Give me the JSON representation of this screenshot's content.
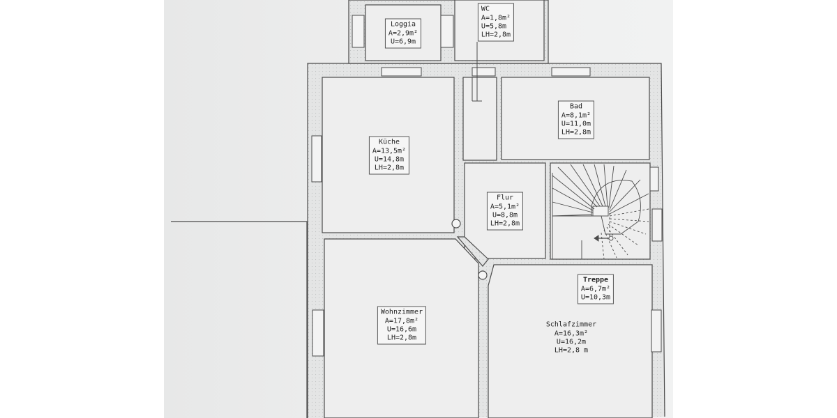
{
  "plan": {
    "rooms": [
      {
        "id": "loggia",
        "name": "Loggia",
        "lines": [
          "A=2,9m²",
          "U=6,9m"
        ]
      },
      {
        "id": "wc",
        "name": "WC",
        "lines": [
          "A=1,8m²",
          "U=5,8m",
          "LH=2,8m"
        ]
      },
      {
        "id": "bad",
        "name": "Bad",
        "lines": [
          "A=8,1m²",
          "U=11,0m",
          "LH=2,8m"
        ]
      },
      {
        "id": "kueche",
        "name": "Küche",
        "lines": [
          "A=13,5m²",
          "U=14,8m",
          "LH=2,8m"
        ]
      },
      {
        "id": "flur",
        "name": "Flur",
        "lines": [
          "A=5,1m²",
          "U=8,8m",
          "LH=2,8m"
        ]
      },
      {
        "id": "treppe",
        "name": "Treppe",
        "lines": [
          "A=6,7m²",
          "U=10,3m"
        ]
      },
      {
        "id": "wohnzimmer",
        "name": "Wohnzimmer",
        "lines": [
          "A=17,8m²",
          "U=16,6m",
          "LH=2,8m"
        ]
      },
      {
        "id": "schlafzimmer",
        "name": "Schlafzimmer",
        "lines": [
          "A=16,3m²",
          "U=16,2m",
          "LH=2,8 m"
        ]
      }
    ],
    "colors": {
      "line": "#4a4a4a",
      "wall_fill": "#e3e4e4",
      "room_fill": "#eeeeee",
      "paper": "#ececec"
    }
  }
}
